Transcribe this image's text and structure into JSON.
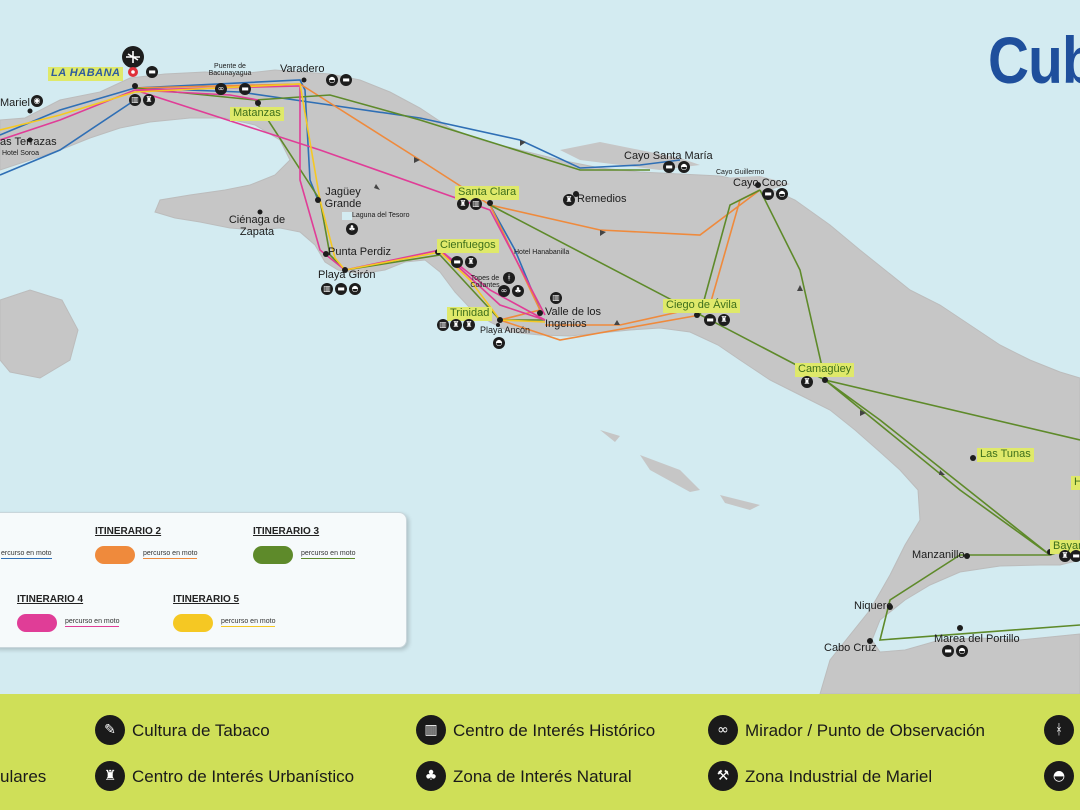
{
  "map": {
    "title": "Cub",
    "places": {
      "la_habana": "LA HABANA",
      "mariel": "Mariel",
      "las_terrazas": "as Terrazas",
      "hotel_soroa": "Hotel Soroa",
      "puente_bacunayagua": "Puente de Bacunayagua",
      "varadero": "Varadero",
      "matanzas": "Matanzas",
      "jaguey_grande": "Jagüey Grande",
      "cienaga_zapata": "Ciénaga de Zapata",
      "laguna_tesoro": "Laguna del Tesoro",
      "punta_perdiz": "Punta Perdiz",
      "playa_giron": "Playa Girón",
      "cienfuegos": "Cienfuegos",
      "santa_clara": "Santa Clara",
      "hotel_hanabanilla": "Hotel Hanabanilla",
      "topes_collantes": "Topes de Collantes",
      "trinidad": "Trinidad",
      "playa_ancon": "Playa Ancón",
      "valle_ingenios": "Valle de los Ingenios",
      "remedios": "Remedios",
      "cayo_santa_maria": "Cayo Santa María",
      "cayo_guillermo": "Cayo Guillermo",
      "cayo_coco": "Cayo Coco",
      "ciego_avila": "Ciego de Ávila",
      "camaguey": "Camagüey",
      "las_tunas": "Las Tunas",
      "manzanillo": "Manzanillo",
      "bayamo": "Bayam",
      "niquero": "Niquero",
      "cabo_cruz": "Cabo Cruz",
      "marea_portillo": "Marea del Portillo",
      "h_partial": "H"
    }
  },
  "legend": {
    "route_label": "percurso en moto",
    "itineraries": [
      {
        "name": "ITINERARIO 2",
        "color": "#ef8a3c"
      },
      {
        "name": "ITINERARIO 3",
        "color": "#5e8a2a"
      },
      {
        "name": "ITINERARIO 4",
        "color": "#e03d97"
      },
      {
        "name": "ITINERARIO 5",
        "color": "#f5c823"
      }
    ],
    "itinerary1_color": "#2f6fb5",
    "itinerary1_label": "ercurso en moto"
  },
  "bottom_legend": {
    "items": [
      {
        "label": "ulares",
        "icon": "partial-icon"
      },
      {
        "label": "Cultura de Tabaco",
        "icon": "cigar-icon"
      },
      {
        "label": "Centro de Interés Urbanístico",
        "icon": "church-icon"
      },
      {
        "label": "Centro de Interés Histórico",
        "icon": "museum-icon"
      },
      {
        "label": "Zona de Interés Natural",
        "icon": "tree-icon"
      },
      {
        "label": "Mirador / Punto de Observación",
        "icon": "binoculars-icon"
      },
      {
        "label": "Zona Industrial de Mariel",
        "icon": "factory-icon"
      }
    ]
  },
  "colors": {
    "sea": "#d3ebf1",
    "land": "#c6c6c6",
    "accent_green": "#cfdf58",
    "title_blue": "#1f4f9c"
  }
}
